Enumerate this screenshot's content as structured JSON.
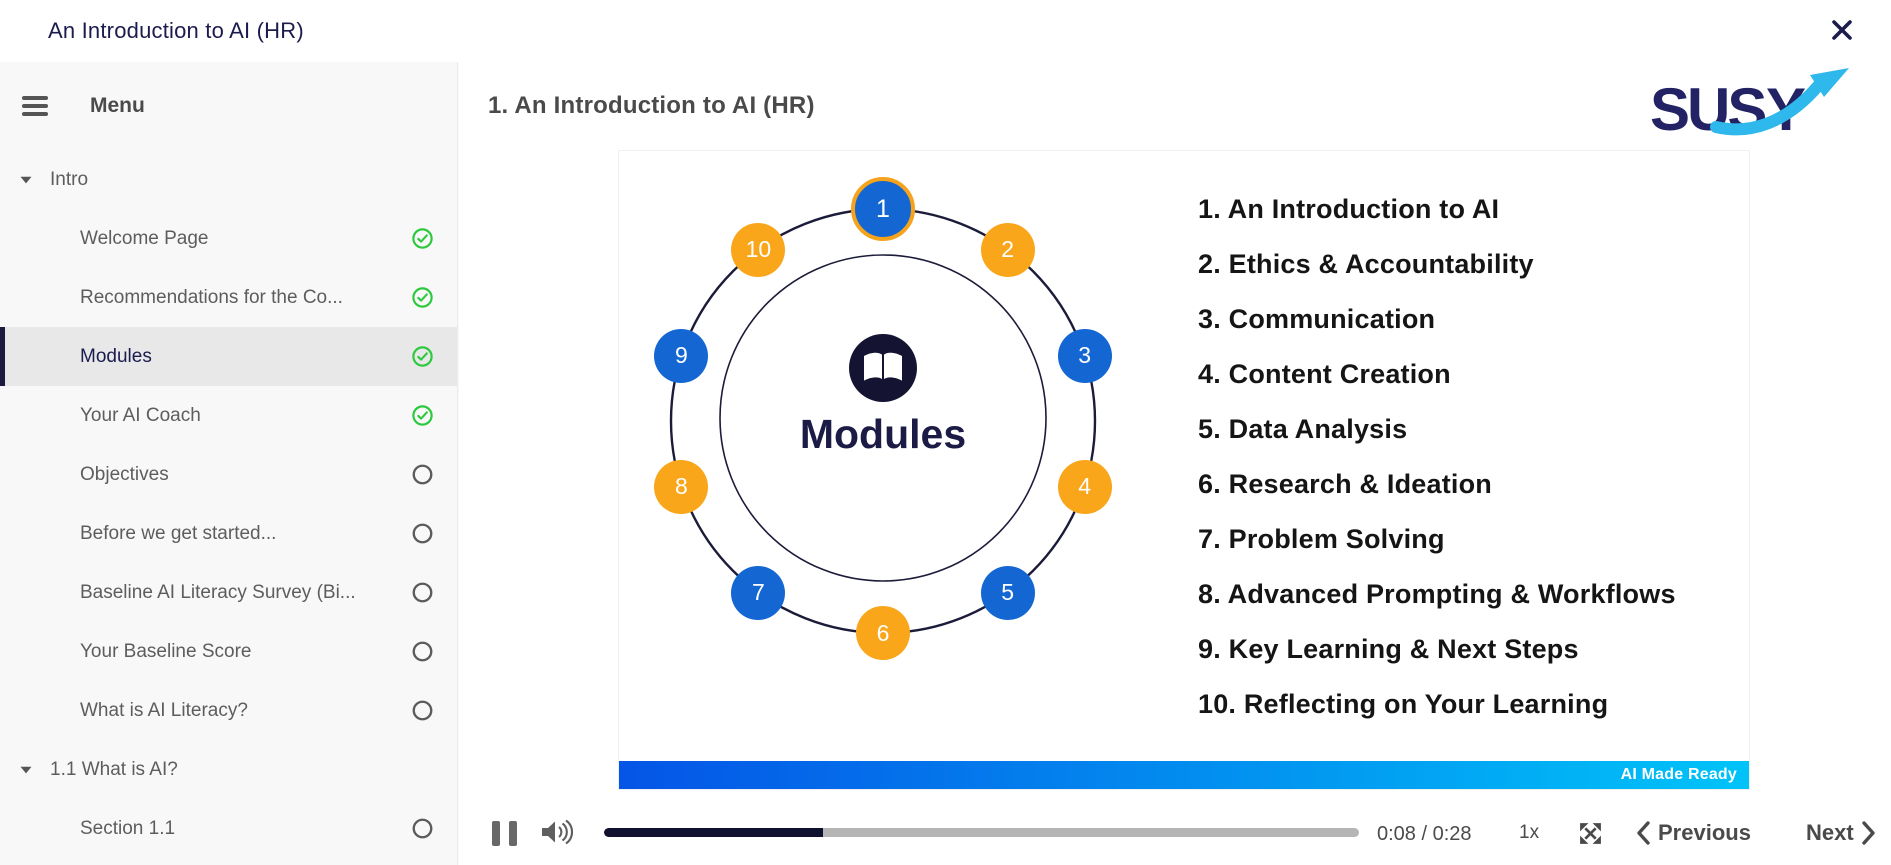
{
  "header": {
    "title": "An Introduction to AI (HR)"
  },
  "sidebar": {
    "menu_label": "Menu",
    "sections": [
      {
        "label": "Intro",
        "expanded": true,
        "items": [
          {
            "label": "Welcome Page",
            "status": "complete",
            "selected": false
          },
          {
            "label": "Recommendations for the Co...",
            "status": "complete",
            "selected": false
          },
          {
            "label": "Modules",
            "status": "complete",
            "selected": true
          },
          {
            "label": "Your AI Coach",
            "status": "complete",
            "selected": false
          },
          {
            "label": "Objectives",
            "status": "incomplete",
            "selected": false
          },
          {
            "label": "Before we get started...",
            "status": "incomplete",
            "selected": false
          },
          {
            "label": "Baseline AI Literacy Survey (Bi...",
            "status": "incomplete",
            "selected": false
          },
          {
            "label": "Your Baseline Score",
            "status": "incomplete",
            "selected": false
          },
          {
            "label": "What is AI Literacy?",
            "status": "incomplete",
            "selected": false
          }
        ]
      },
      {
        "label": "1.1 What is AI?",
        "expanded": true,
        "items": [
          {
            "label": "Section 1.1",
            "status": "incomplete",
            "selected": false
          }
        ]
      }
    ]
  },
  "slide": {
    "heading": "1. An Introduction to AI (HR)",
    "logo": {
      "main": "SUS",
      "tail": "Y"
    },
    "diagram": {
      "center_label": "Modules",
      "center_icon": "open-book-icon",
      "nodes": [
        {
          "number": "1",
          "color": "blue",
          "active": true
        },
        {
          "number": "2",
          "color": "orange",
          "active": false
        },
        {
          "number": "3",
          "color": "blue",
          "active": false
        },
        {
          "number": "4",
          "color": "orange",
          "active": false
        },
        {
          "number": "5",
          "color": "blue",
          "active": false
        },
        {
          "number": "6",
          "color": "orange",
          "active": false
        },
        {
          "number": "7",
          "color": "blue",
          "active": false
        },
        {
          "number": "8",
          "color": "orange",
          "active": false
        },
        {
          "number": "9",
          "color": "blue",
          "active": false
        },
        {
          "number": "10",
          "color": "orange",
          "active": false
        }
      ]
    },
    "module_list": [
      "1. An Introduction to AI",
      "2. Ethics & Accountability",
      "3. Communication",
      "4. Content Creation",
      "5. Data Analysis",
      "6. Research & Ideation",
      "7. Problem Solving",
      "8. Advanced Prompting & Workflows",
      "9. Key Learning & Next Steps",
      "10. Reflecting on Your Learning"
    ],
    "banner_label": "AI Made Ready"
  },
  "player": {
    "time_display": "0:08 / 0:28",
    "time_current": "0:08",
    "time_total": "0:28",
    "speed_label": "1x",
    "previous_label": "Previous",
    "next_label": "Next",
    "progress_percent": 29
  },
  "colors": {
    "navy": "#1b1b4e",
    "node_blue": "#1467d3",
    "node_orange": "#f9a61b",
    "active_ring": "#f5a31c",
    "complete_green": "#2ec93e",
    "banner_gradient_start": "#0555e6",
    "banner_gradient_end": "#00c3f8",
    "orbit_stroke": "#1b1b3a"
  }
}
